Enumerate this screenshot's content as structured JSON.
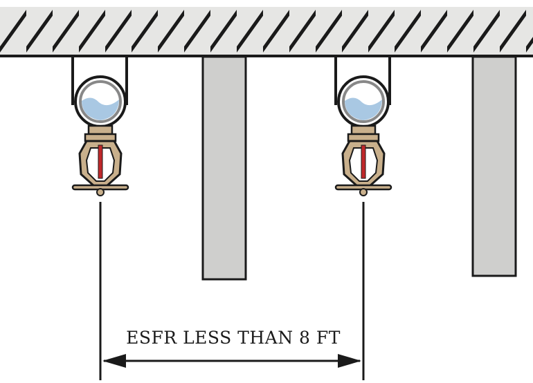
{
  "dimension_label": "ESFR LESS THAN 8 FT",
  "colors": {
    "ink": "#1a1a1a",
    "ceiling": "#e6e6e4",
    "beam": "#cfcfcd",
    "water": "#a9c8e3",
    "sprinkler_brass": "#c9b08c",
    "bulb": "#c0282a"
  },
  "elements": {
    "sprinklers": [
      "sprinkler-1",
      "sprinkler-2"
    ],
    "beams": [
      "beam-1",
      "beam-2"
    ]
  }
}
